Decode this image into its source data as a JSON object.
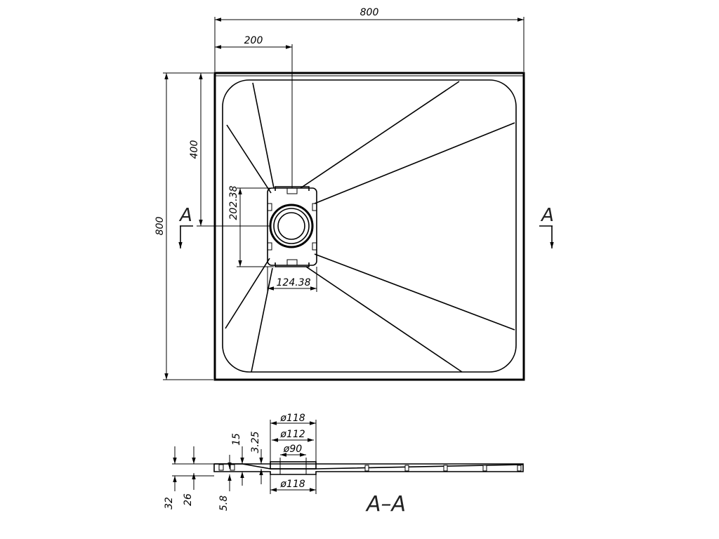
{
  "plan_view": {
    "dimensions": {
      "overall_width": "800",
      "overall_height": "800",
      "drain_offset_x": "200",
      "drain_offset_y": "400",
      "drain_box_height": "202.38",
      "drain_box_width": "124.38"
    },
    "section_marker_left": "A",
    "section_marker_right": "A"
  },
  "section_view": {
    "title": "A–A",
    "dimensions": {
      "outer_diameter_top": "ø118",
      "inner_diameter_1": "ø112",
      "inner_diameter_2": "ø90",
      "outer_diameter_bottom": "ø118",
      "dim_15": "15",
      "dim_3_25": "3.25",
      "dim_32": "32",
      "dim_26": "26",
      "dim_5_8": "5.8"
    }
  }
}
